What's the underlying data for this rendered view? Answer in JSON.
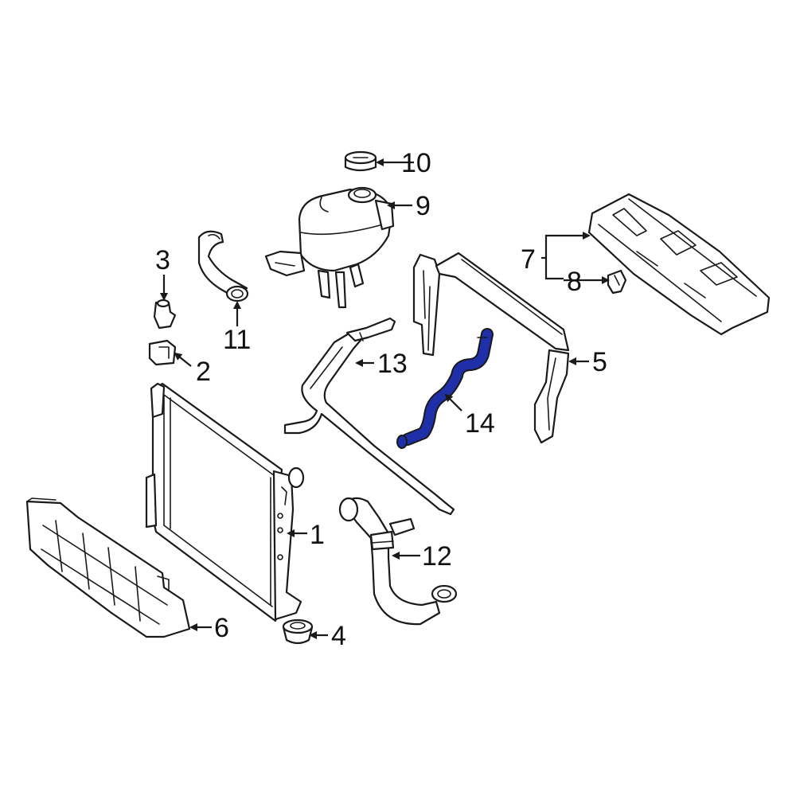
{
  "highlight_color": "#1f2fa8",
  "outline_color": "#1a1a1a",
  "callouts": {
    "c1": "1",
    "c2": "2",
    "c3": "3",
    "c4": "4",
    "c5": "5",
    "c6": "6",
    "c7": "7",
    "c8": "8",
    "c9": "9",
    "c10": "10",
    "c11": "11",
    "c12": "12",
    "c13": "13",
    "c14": "14"
  }
}
